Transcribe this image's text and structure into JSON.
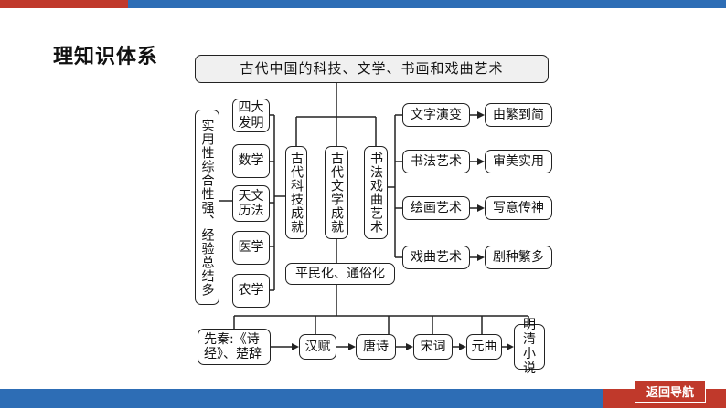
{
  "page_title": "理知识体系",
  "main_title": "古代中国的科技、文学、书画和戏曲艺术",
  "left_summary": "实用性综合性强、经验总结多",
  "tech_items": [
    "四大发明",
    "数学",
    "天文历法",
    "医学",
    "农学"
  ],
  "branches": {
    "tech": "古代科技成就",
    "literature": "古代文学成就",
    "art": "书法戏曲艺术"
  },
  "art_rows": [
    {
      "name": "文字演变",
      "feature": "由繁到简"
    },
    {
      "name": "书法艺术",
      "feature": "审美实用"
    },
    {
      "name": "绘画艺术",
      "feature": "写意传神"
    },
    {
      "name": "戏曲艺术",
      "feature": "剧种繁多"
    }
  ],
  "literature_feature": "平民化、通俗化",
  "literature_chain": [
    "先秦:《诗经》、楚辞",
    "汉赋",
    "唐诗",
    "宋词",
    "元曲",
    "明清小说"
  ],
  "nav_button": "返回导航"
}
